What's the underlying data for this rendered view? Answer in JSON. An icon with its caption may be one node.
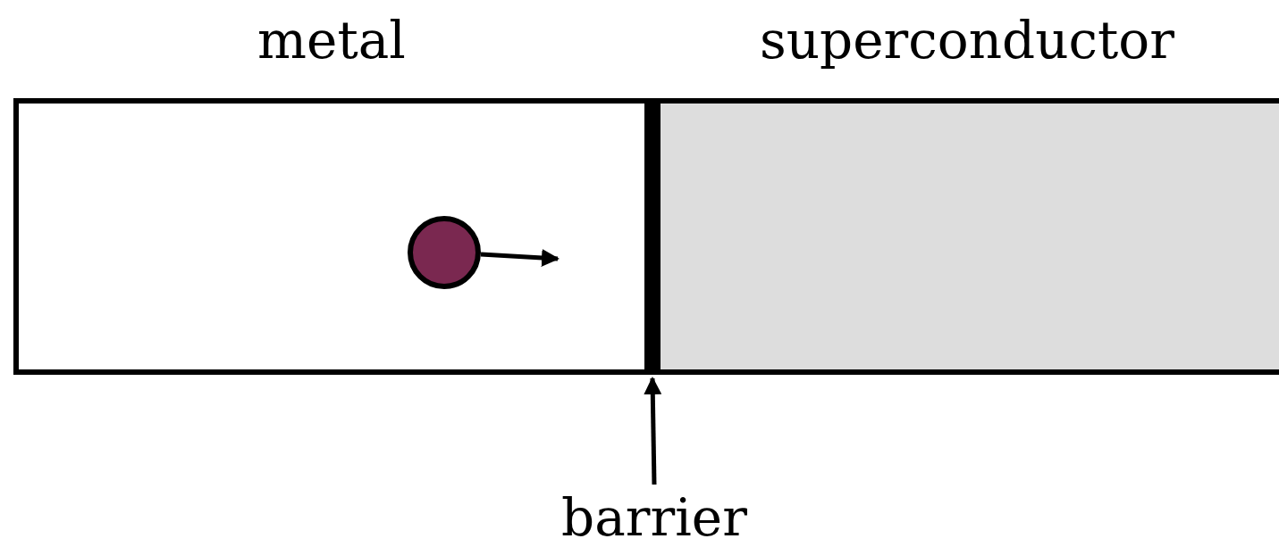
{
  "diagram": {
    "nodes": [
      {
        "text": [
          "metal"
        ]
      },
      {
        "text": [
          "superconductor"
        ]
      },
      {
        "text": [],
        "shape": "bar"
      },
      {
        "text": [
          "barrier"
        ]
      }
    ],
    "edges": [
      {
        "from": 3,
        "to": 2,
        "arrow": "to"
      }
    ]
  }
}
